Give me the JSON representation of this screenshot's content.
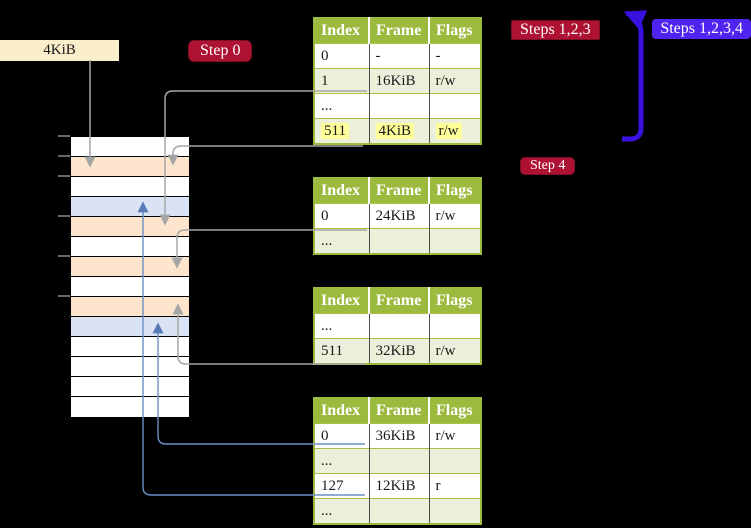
{
  "colors": {
    "background": "#000000",
    "table_header_green": "#9cba3d",
    "table_row_green": "#ecf0da",
    "highlight_yellow": "#ffff99",
    "badge_crimson": "#ae1233",
    "badge_blue": "#4f24f0",
    "big_arrow_blue": "#3a12e0",
    "connector_gray": "#a6a6a6",
    "connector_blue": "#6b8fc6",
    "memory_peach": "#fde4cc",
    "memory_blue": "#dae3f3",
    "memory_label_bg": "#fbeecb"
  },
  "memory_label": "4KiB",
  "badges": {
    "step0": "Step 0",
    "steps123": "Steps 1,2,3",
    "steps1234": "Steps 1,2,3,4",
    "step4": "Step 4"
  },
  "memory_column": {
    "rows": [
      "white",
      "peach",
      "white",
      "blue",
      "peach",
      "white",
      "peach",
      "white",
      "peach",
      "blue",
      "white",
      "white",
      "white",
      "white"
    ]
  },
  "tables": [
    {
      "headers": [
        "Index",
        "Frame",
        "Flags"
      ],
      "rows": [
        {
          "cells": [
            "0",
            "-",
            "-"
          ],
          "highlight": false
        },
        {
          "cells": [
            "1",
            "16KiB",
            "r/w"
          ],
          "highlight": false
        },
        {
          "cells": [
            "...",
            "",
            ""
          ],
          "highlight": false
        },
        {
          "cells": [
            "511",
            "4KiB",
            "r/w"
          ],
          "highlight": true
        }
      ]
    },
    {
      "headers": [
        "Index",
        "Frame",
        "Flags"
      ],
      "rows": [
        {
          "cells": [
            "0",
            "24KiB",
            "r/w"
          ],
          "highlight": false
        },
        {
          "cells": [
            "...",
            "",
            ""
          ],
          "highlight": false
        }
      ]
    },
    {
      "headers": [
        "Index",
        "Frame",
        "Flags"
      ],
      "rows": [
        {
          "cells": [
            "...",
            "",
            ""
          ],
          "highlight": false
        },
        {
          "cells": [
            "511",
            "32KiB",
            "r/w"
          ],
          "highlight": false
        }
      ]
    },
    {
      "headers": [
        "Index",
        "Frame",
        "Flags"
      ],
      "rows": [
        {
          "cells": [
            "0",
            "36KiB",
            "r/w"
          ],
          "highlight": false
        },
        {
          "cells": [
            "...",
            "",
            ""
          ],
          "highlight": false
        },
        {
          "cells": [
            "127",
            "12KiB",
            "r"
          ],
          "highlight": false
        },
        {
          "cells": [
            "...",
            "",
            ""
          ],
          "highlight": false
        }
      ]
    }
  ],
  "connections": [
    {
      "from": "4KiB-label",
      "to": "memory-row-2",
      "style": "gray-down-arrow"
    },
    {
      "from": "table-1-row-1",
      "to": "memory-row-5",
      "style": "gray-down-arrow"
    },
    {
      "from": "table-1-row-511",
      "to": "memory-row-2",
      "style": "gray-down-arrow"
    },
    {
      "from": "table-2-row-0",
      "to": "memory-row-7",
      "style": "gray-down-arrow"
    },
    {
      "from": "table-3-row-511",
      "to": "memory-row-9",
      "style": "gray-up-arrow"
    },
    {
      "from": "table-4-row-0",
      "to": "memory-row-10",
      "style": "blue-up-arrow"
    },
    {
      "from": "table-4-row-127",
      "to": "memory-row-4",
      "style": "blue-up-arrow"
    },
    {
      "from": "table-1-right-side",
      "to": "top",
      "style": "thick-blue-up-arrow"
    }
  ]
}
